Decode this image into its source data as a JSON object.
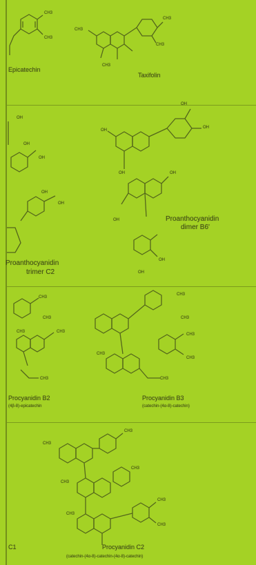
{
  "compounds": {
    "epicatechin": "Epicatechin",
    "taxifolin": "Taxifolin",
    "b6_line1": "Proanthocyanidin",
    "b6_line2": "dimer B6'",
    "c2_line1": "Proanthocyanidin",
    "c2_line2": "trimer C2",
    "b2_name": "Procyanidin B2",
    "b2_desc": "(4β-8)-epicatechin",
    "b3_name": "Procyanidin B3",
    "b3_desc": "(catechin-(4α-8)-catechin)",
    "c1_name": "C1",
    "c2_name": "Procyanidin C2",
    "c2_desc": "(catechin-(4α-8)-catechin-(4α-8)-catechin)"
  },
  "groups": {
    "oh": "OH",
    "ch3": "CH3"
  },
  "colors": {
    "background": "#a4d225",
    "ink": "#3f4a17"
  }
}
